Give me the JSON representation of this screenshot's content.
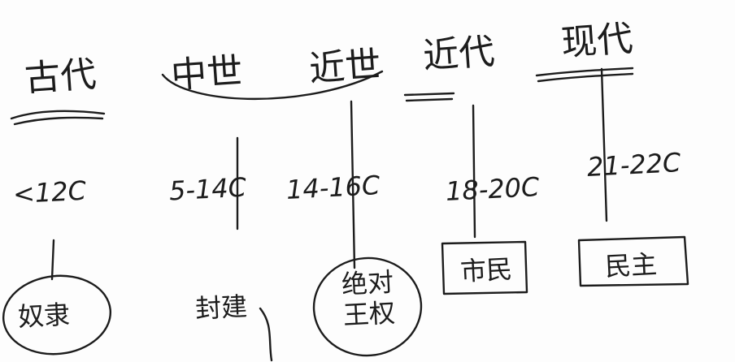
{
  "eras": [
    {
      "id": "ancient",
      "name": "古代",
      "range": "<12C",
      "label": "奴隶"
    },
    {
      "id": "medieval",
      "name": "中世",
      "range": "5-14C",
      "label": "封建"
    },
    {
      "id": "early_modern",
      "name": "近世",
      "range": "14-16C",
      "label_line1": "绝对",
      "label_line2": "王权"
    },
    {
      "id": "modern",
      "name": "近代",
      "range": "18-20C",
      "label": "市民"
    },
    {
      "id": "contemporary",
      "name": "现代",
      "range": "21-22C",
      "label": "民主"
    }
  ],
  "ink_color": "#1c1c1c"
}
